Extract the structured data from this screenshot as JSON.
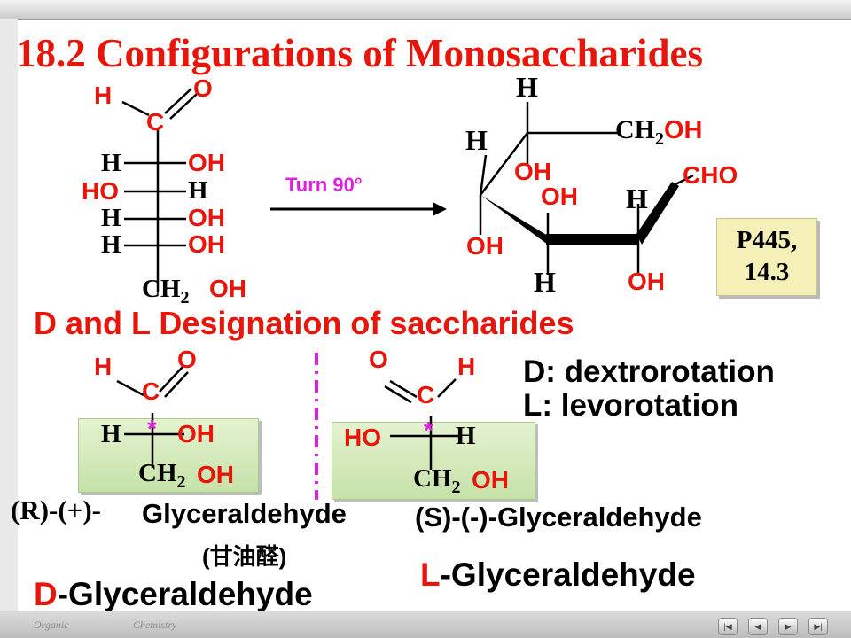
{
  "slide": {
    "title": "18.2 Configurations of Monosaccharides",
    "turn_label": "Turn 90°",
    "page_ref_line1": "P445,",
    "page_ref_line2": "14.3",
    "subtitle": "D and L Designation of saccharides",
    "d_def": "D: dextrorotation",
    "l_def": "L: levorotation",
    "r_prefix": "(R)-(+)-",
    "r_name": "Glyceraldehyde",
    "chinese_name": "(甘油醛)",
    "s_name": "(S)-(-)-Glyceraldehyde",
    "d_letter": "D",
    "d_rest": "-Glyceraldehyde",
    "l_letter": "L",
    "l_rest": "-Glyceraldehyde",
    "star": "*"
  },
  "fischer": {
    "H": "H",
    "O": "O",
    "C": "C",
    "OH": "OH",
    "HO": "HO",
    "CH2": "CH",
    "sub2": "2"
  },
  "haworth": {
    "H": "H",
    "CH2OH_a": "CH",
    "sub2": "2",
    "CH2OH_b": "OH",
    "OH": "OH",
    "CHO": "CHO"
  },
  "footer": {
    "word1": "Organic",
    "word2": "Chemistry"
  },
  "colors": {
    "title_red": "#e8150b",
    "turn_magenta": "#e020e0",
    "box_yellow": "#f4f0b8",
    "box_green": "#c6e2a8"
  }
}
